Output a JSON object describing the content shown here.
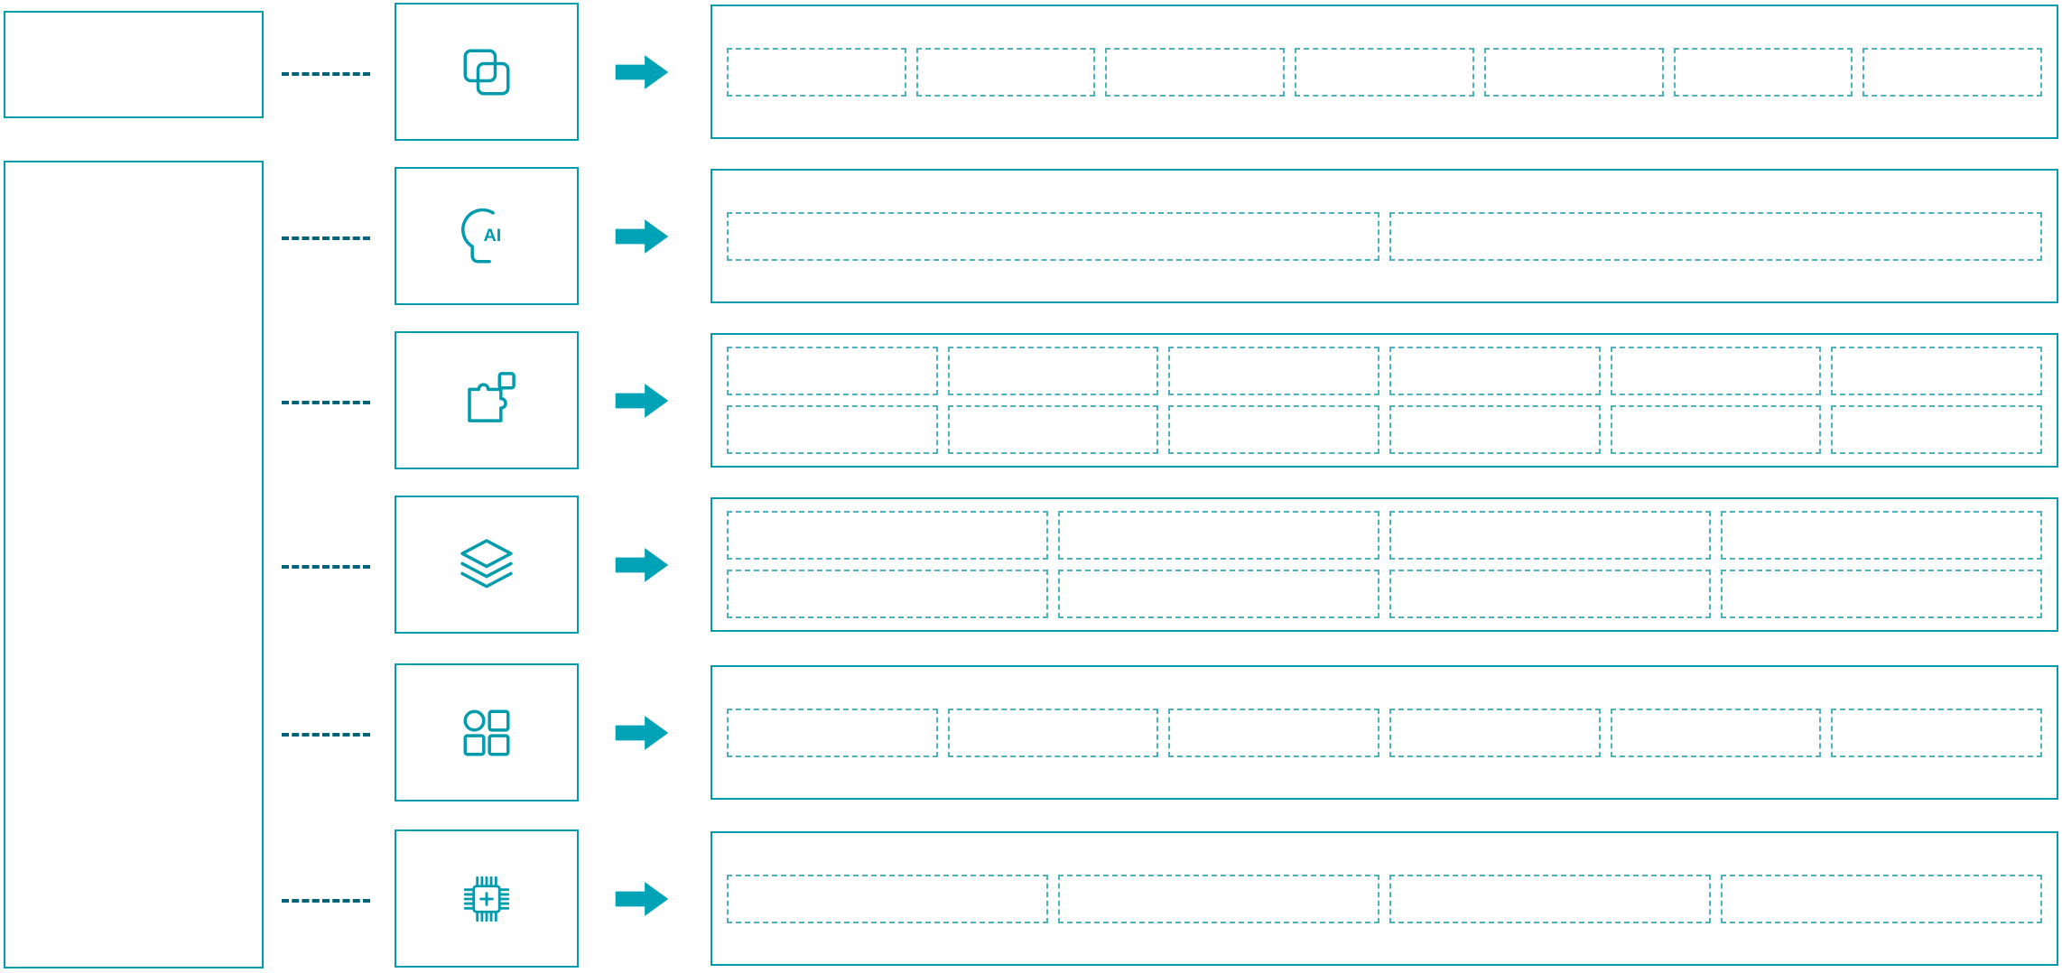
{
  "palette": {
    "accent": "#009bac",
    "placeholder_border": "#4fb1bf",
    "connector_dash": "#006379",
    "arrow": "#00a3b5"
  },
  "legend": {
    "top_box_label": "",
    "side_box_label": ""
  },
  "rows": [
    {
      "id": "row-1",
      "icon": "overlapping-frames-icon",
      "placeholder_rows": [
        7
      ]
    },
    {
      "id": "row-2",
      "icon": "ai-head-icon",
      "icon_text": "AI",
      "placeholder_rows": [
        2
      ]
    },
    {
      "id": "row-3",
      "icon": "puzzle-icon",
      "placeholder_rows": [
        6,
        6
      ]
    },
    {
      "id": "row-4",
      "icon": "layers-icon",
      "placeholder_rows": [
        4,
        4
      ]
    },
    {
      "id": "row-5",
      "icon": "apps-grid-icon",
      "placeholder_rows": [
        6
      ]
    },
    {
      "id": "row-6",
      "icon": "chip-plus-icon",
      "placeholder_rows": [
        4
      ]
    }
  ]
}
